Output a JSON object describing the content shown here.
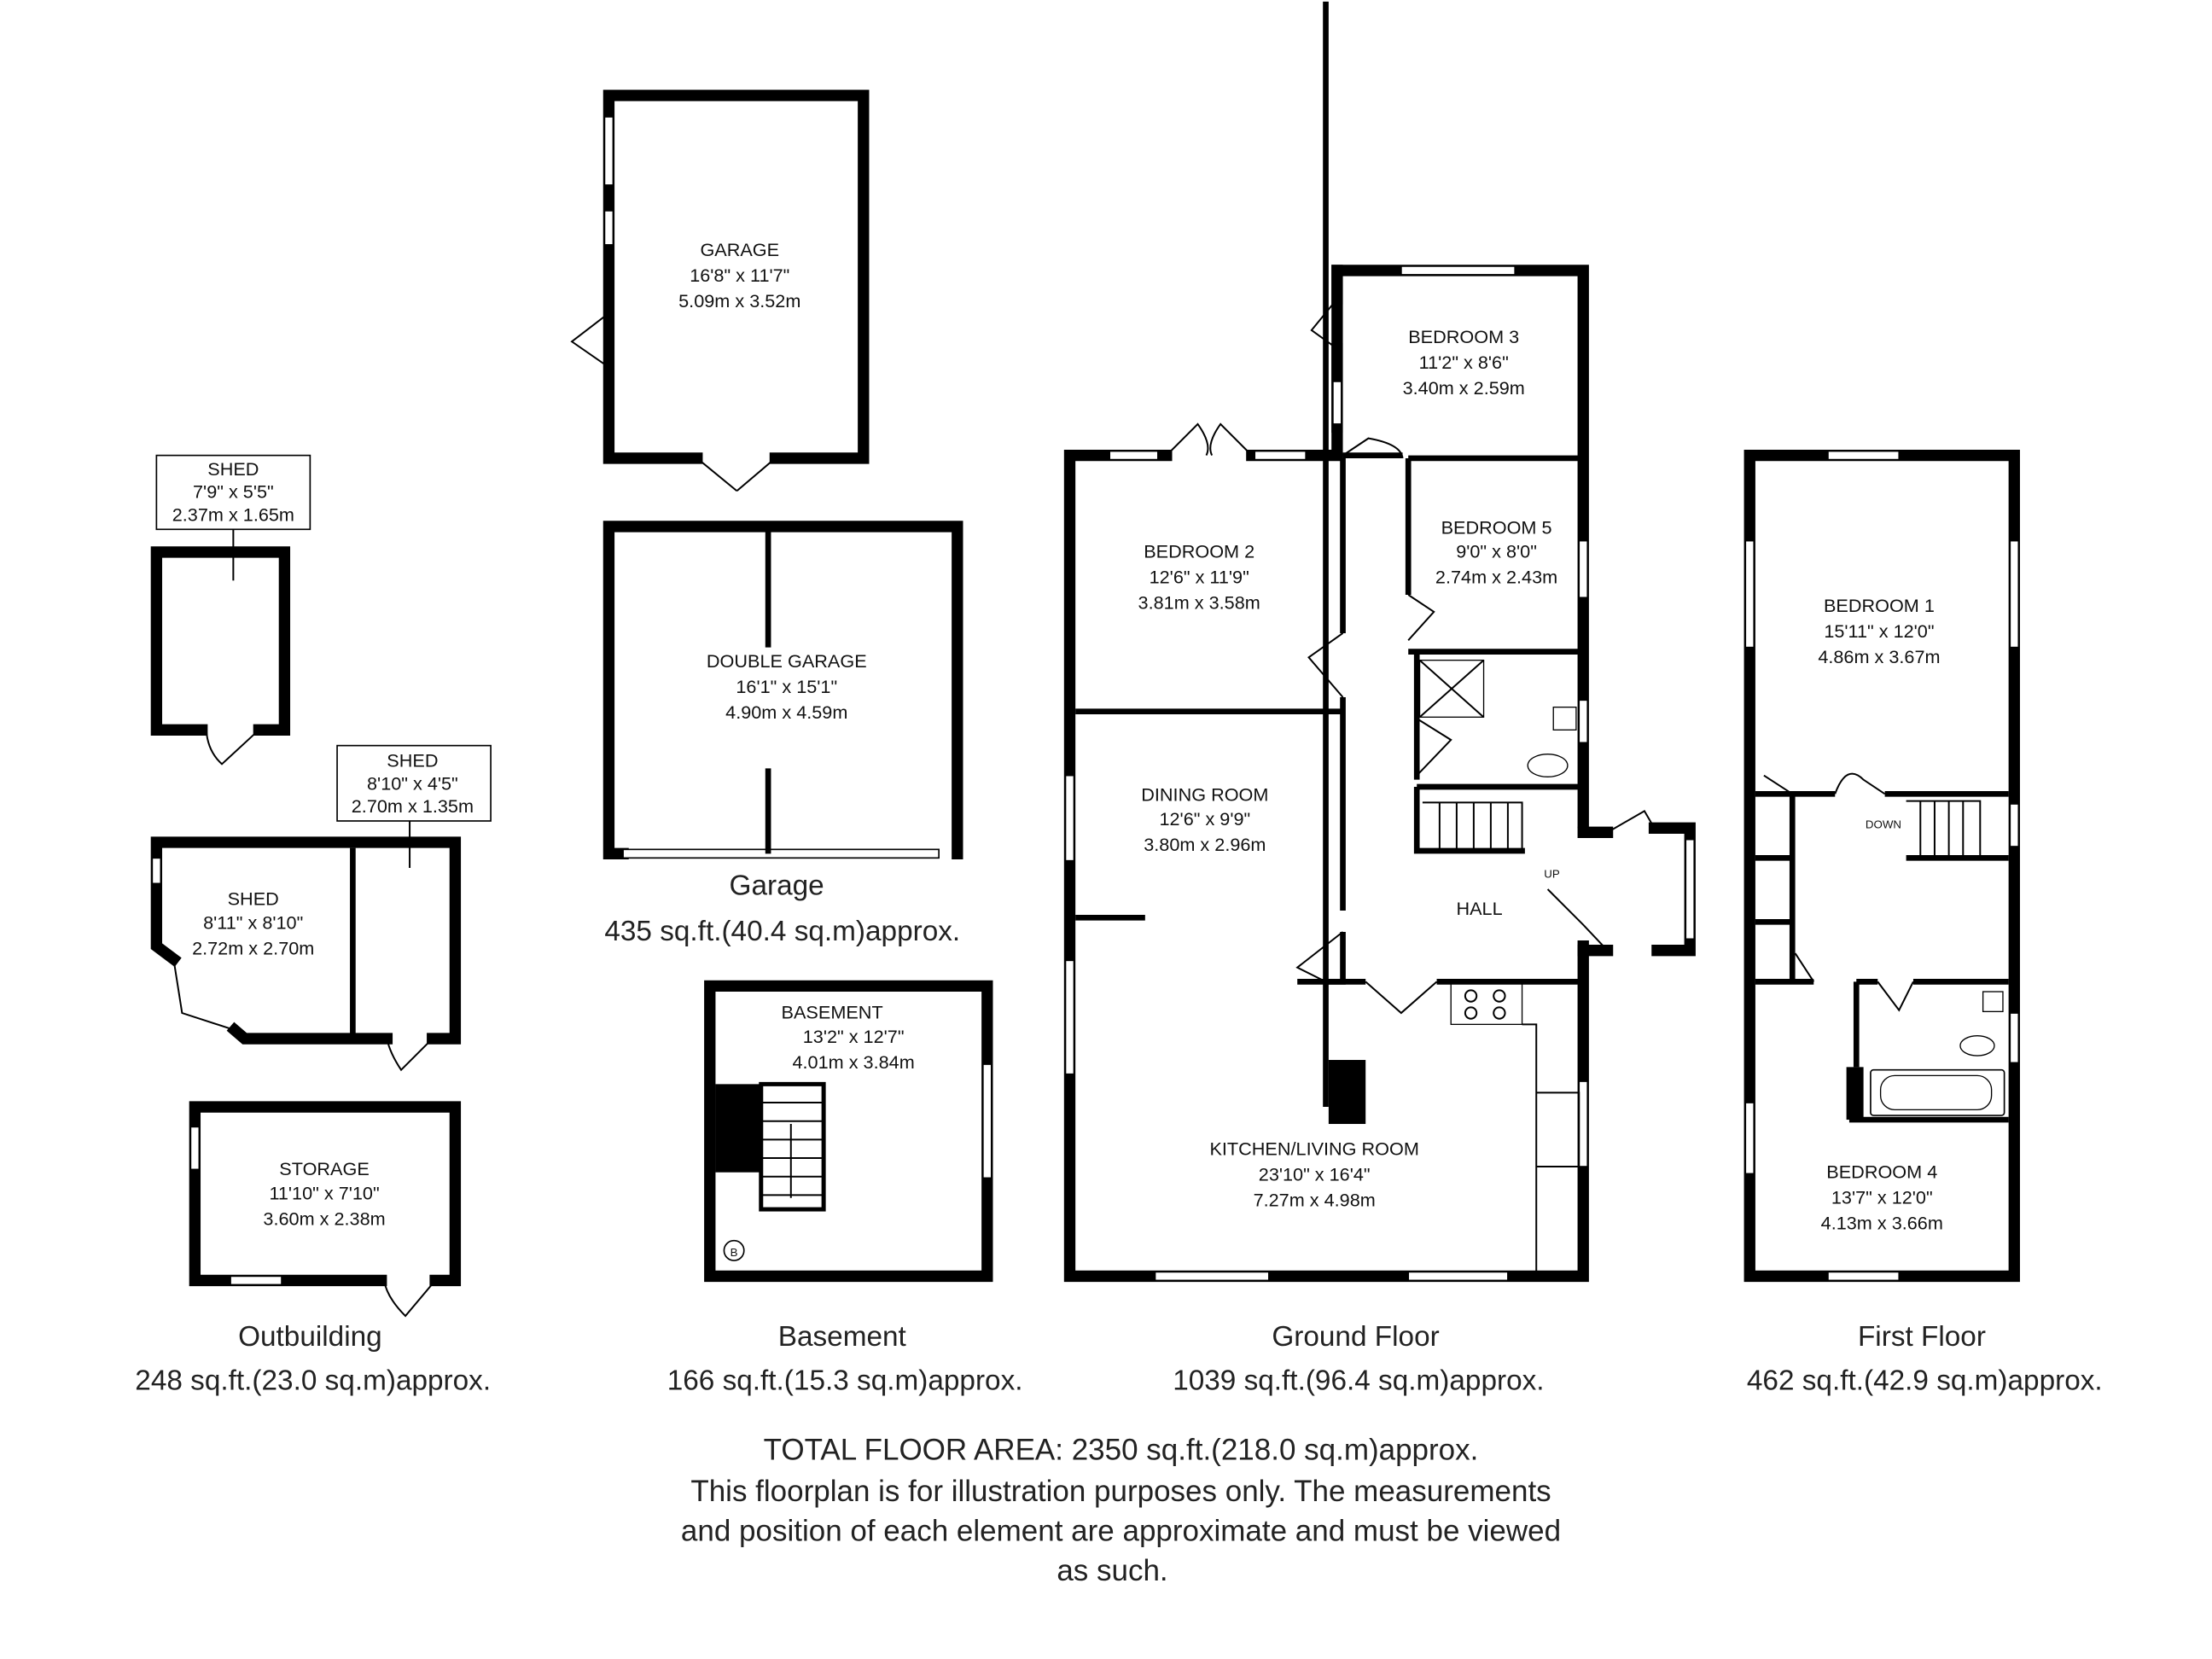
{
  "rooms": {
    "garage": {
      "name": "GARAGE",
      "imperial": "16'8\" x 11'7\"",
      "metric": "5.09m x 3.52m"
    },
    "double_garage": {
      "name": "DOUBLE GARAGE",
      "imperial": "16'1\" x 15'1\"",
      "metric": "4.90m x 4.59m"
    },
    "shed1": {
      "name": "SHED",
      "imperial": "7'9\" x 5'5\"",
      "metric": "2.37m x 1.65m"
    },
    "shed2": {
      "name": "SHED",
      "imperial": "8'10\" x 4'5\"",
      "metric": "2.70m x 1.35m"
    },
    "shed3": {
      "name": "SHED",
      "imperial": "8'11\" x 8'10\"",
      "metric": "2.72m x 2.70m"
    },
    "storage": {
      "name": "STORAGE",
      "imperial": "11'10\" x 7'10\"",
      "metric": "3.60m x 2.38m"
    },
    "basement": {
      "name": "BASEMENT",
      "imperial": "13'2\" x 12'7\"",
      "metric": "4.01m x 3.84m",
      "boiler": "B"
    },
    "bedroom3": {
      "name": "BEDROOM 3",
      "imperial": "11'2\" x 8'6\"",
      "metric": "3.40m x 2.59m"
    },
    "bedroom2": {
      "name": "BEDROOM 2",
      "imperial": "12'6\" x 11'9\"",
      "metric": "3.81m x 3.58m"
    },
    "bedroom5": {
      "name": "BEDROOM 5",
      "imperial": "9'0\" x 8'0\"",
      "metric": "2.74m x 2.43m"
    },
    "dining": {
      "name": "DINING ROOM",
      "imperial": "12'6\" x 9'9\"",
      "metric": "3.80m x 2.96m"
    },
    "hall": {
      "name": "HALL",
      "stairs": "UP"
    },
    "kitchen": {
      "name": "KITCHEN/LIVING ROOM",
      "imperial": "23'10\" x 16'4\"",
      "metric": "7.27m x 4.98m"
    },
    "bedroom1": {
      "name": "BEDROOM 1",
      "imperial": "15'11\" x 12'0\"",
      "metric": "4.86m x 3.67m"
    },
    "landing": {
      "stairs": "DOWN"
    },
    "bedroom4": {
      "name": "BEDROOM 4",
      "imperial": "13'7\" x 12'0\"",
      "metric": "4.13m x 3.66m"
    }
  },
  "floors": [
    {
      "name": "Garage",
      "area": "435 sq.ft.(40.4 sq.m)approx."
    },
    {
      "name": "Outbuilding",
      "area": "248 sq.ft.(23.0 sq.m)approx."
    },
    {
      "name": "Basement",
      "area": "166 sq.ft.(15.3 sq.m)approx."
    },
    {
      "name": "Ground Floor",
      "area": "1039 sq.ft.(96.4 sq.m)approx."
    },
    {
      "name": "First Floor",
      "area": "462 sq.ft.(42.9 sq.m)approx."
    }
  ],
  "footer": {
    "total": "TOTAL FLOOR AREA: 2350 sq.ft.(218.0 sq.m)approx.",
    "line1": "This floorplan is for illustration purposes only. The measurements",
    "line2": "and position of each element are approximate and must be viewed",
    "line3": "as such."
  }
}
